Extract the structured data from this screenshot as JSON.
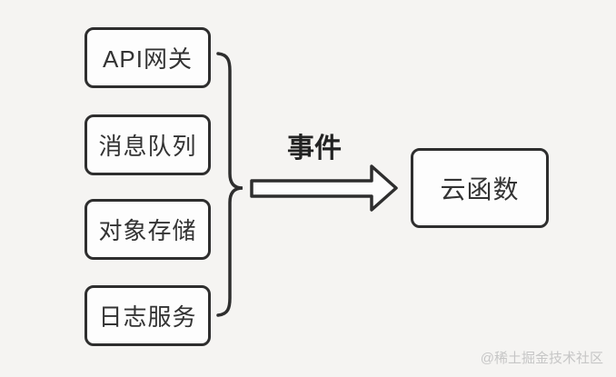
{
  "diagram": {
    "sources": [
      {
        "label": "API网关"
      },
      {
        "label": "消息队列"
      },
      {
        "label": "对象存储"
      },
      {
        "label": "日志服务"
      }
    ],
    "arrow_label": "事件",
    "target_label": "云函数",
    "watermark": "@稀土掘金技术社区",
    "colors": {
      "background": "#f5f4f2",
      "stroke": "#2e2e2e",
      "box_fill": "#fdfdfd",
      "text": "#333333",
      "watermark": "#c6c6c6"
    }
  }
}
